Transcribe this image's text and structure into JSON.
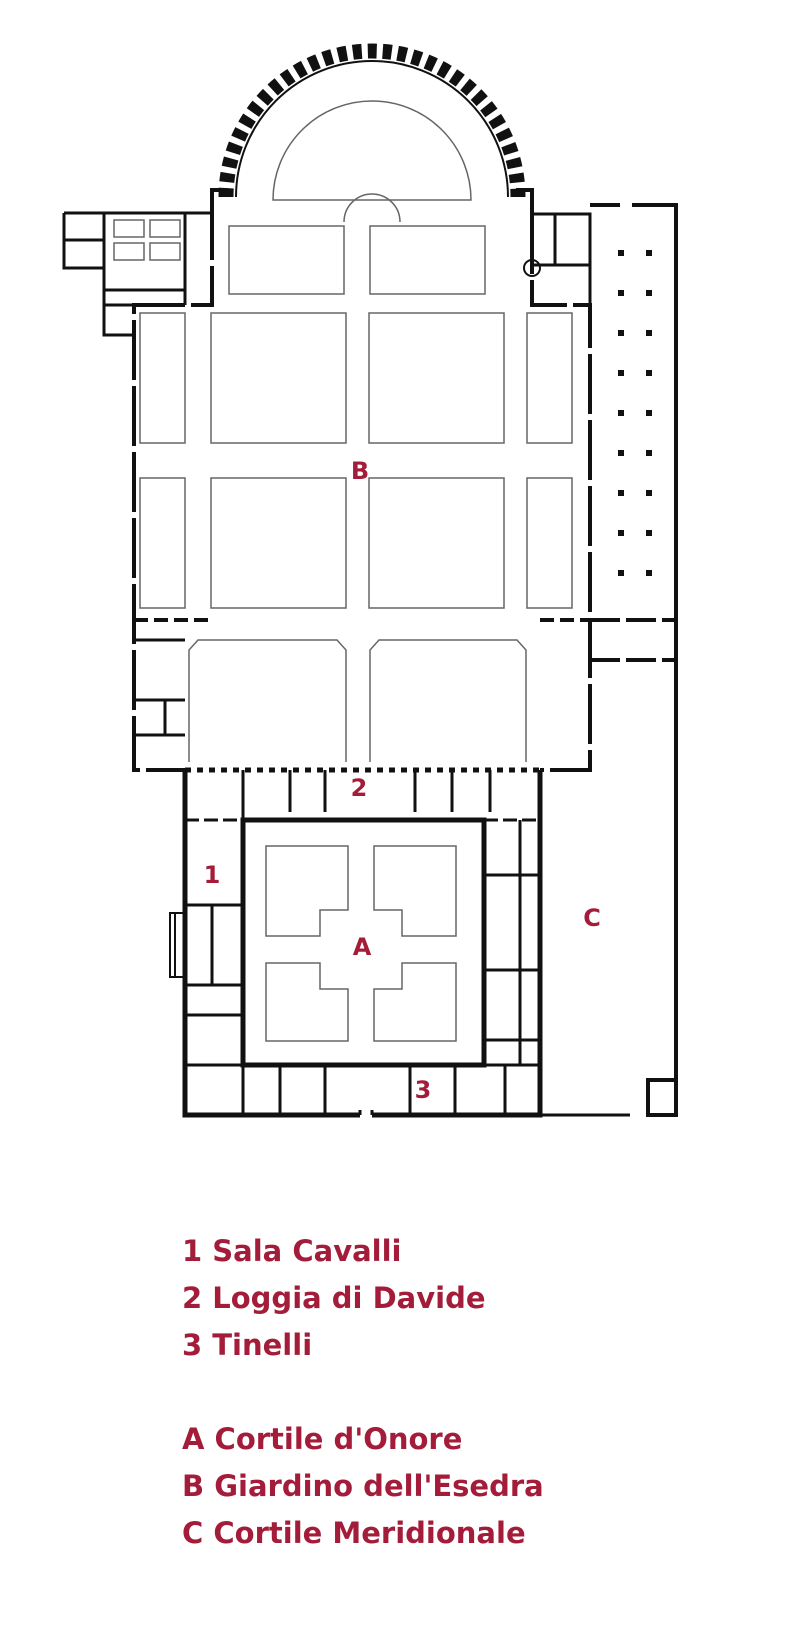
{
  "colors": {
    "accent": "#a31d3a",
    "wall": "#111111",
    "line": "#666666",
    "background": "#ffffff"
  },
  "map_labels": {
    "room_1": "1",
    "room_2": "2",
    "room_3": "3",
    "area_a": "A",
    "area_b": "B",
    "area_c": "C"
  },
  "legend": {
    "rooms": [
      "1 Sala Cavalli",
      "2 Loggia di Davide",
      "3 Tinelli"
    ],
    "areas": [
      "A Cortile d'Onore",
      "B Giardino dell'Esedra",
      "C Cortile Meridionale"
    ]
  }
}
